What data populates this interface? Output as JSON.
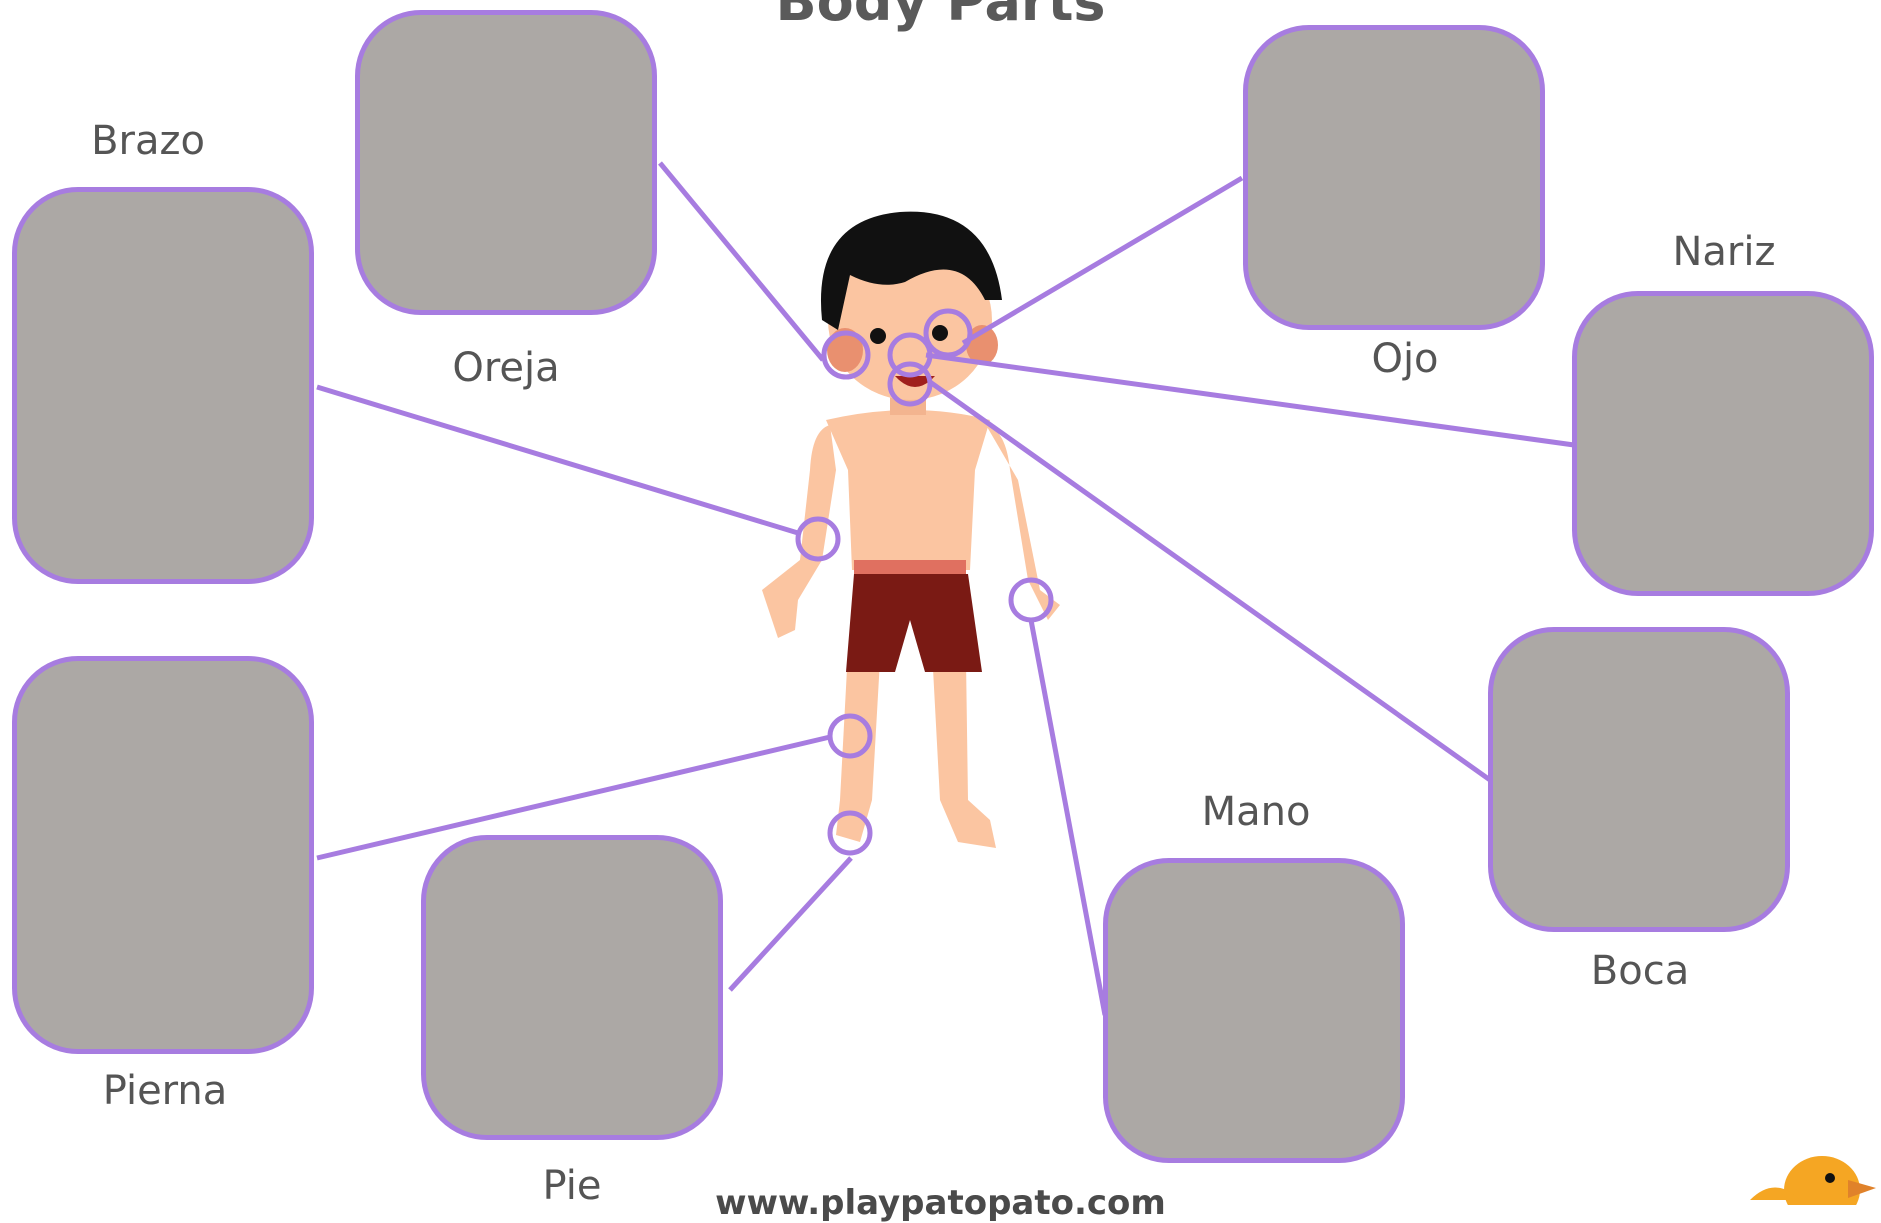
{
  "title": "Body Parts",
  "footer_url": "www.playpatopato.com",
  "colors": {
    "accent": "#a77ce0",
    "card_fill": "#aca8a5",
    "label_text": "#555555"
  },
  "cards": [
    {
      "id": "brazo",
      "label": "Brazo"
    },
    {
      "id": "oreja",
      "label": "Oreja"
    },
    {
      "id": "ojo",
      "label": "Ojo"
    },
    {
      "id": "nariz",
      "label": "Nariz"
    },
    {
      "id": "boca",
      "label": "Boca"
    },
    {
      "id": "mano",
      "label": "Mano"
    },
    {
      "id": "pie",
      "label": "Pie"
    },
    {
      "id": "pierna",
      "label": "Pierna"
    }
  ],
  "illustrations": [
    "boy-figure",
    "duck-logo"
  ]
}
